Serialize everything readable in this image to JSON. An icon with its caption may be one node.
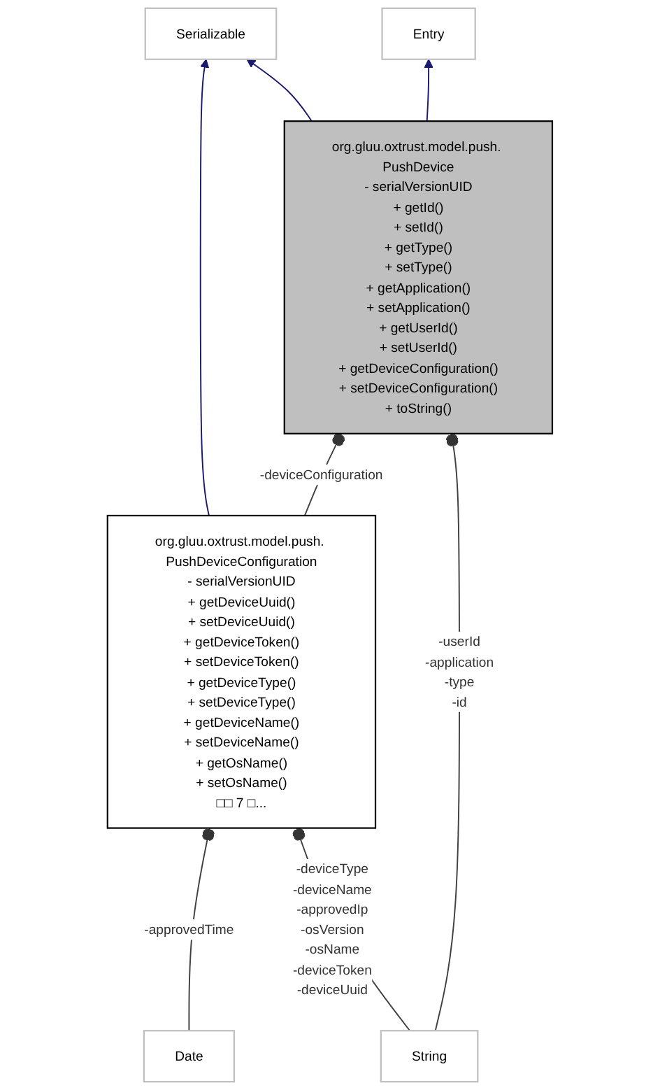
{
  "diagram": {
    "nodes": [
      {
        "text": [
          "Serializable"
        ]
      },
      {
        "text": [
          "Date"
        ]
      },
      {
        "text": [
          "String"
        ]
      },
      {
        "text": [
          "Entry"
        ]
      },
      {
        "text": [
          "org.gluu.oxtrust.model.push. PushDeviceConfiguration",
          "- serialVersionUID",
          "+ getDeviceUuid()",
          "+ setDeviceUuid()",
          "+ getDeviceToken()",
          "+ setDeviceToken()",
          "+ getDeviceType()",
          "+ setDeviceType()",
          "+ getDeviceName()",
          "+ setDeviceName()",
          "+ getOsName()",
          "+ setOsName()",
          "□□ 7 □..."
        ]
      },
      {
        "text": [
          "org.gluu.oxtrust.model.push. PushDevice",
          "- serialVersionUID",
          "+ getId()",
          "+ setId()",
          "+ getType()",
          "+ setType()",
          "+ getApplication()",
          "+ setApplication()",
          "+ getUserId()",
          "+ setUserId()",
          "+ getDeviceConfiguration()",
          "+ setDeviceConfiguration()",
          "+ toString()"
        ]
      }
    ],
    "edges": [
      {
        "from": 4,
        "to": 0,
        "arrow": "to",
        "color": "#191970"
      },
      {
        "from": 5,
        "to": 0,
        "arrow": "to",
        "color": "#191970"
      },
      {
        "from": 5,
        "to": 3,
        "arrow": "to",
        "color": "#191970"
      },
      {
        "from": 1,
        "to": 4,
        "arrow": "other",
        "label": "-approvedTime"
      },
      {
        "from": 2,
        "to": 4,
        "arrow": "other",
        "label": "-deviceType -deviceName -approvedIp -osVersion -osName -deviceToken -deviceUuid"
      },
      {
        "from": 4,
        "to": 5,
        "arrow": "other",
        "label": "-deviceConfiguration"
      },
      {
        "from": 2,
        "to": 5,
        "arrow": "other",
        "label": "-userId -application -type -id"
      }
    ]
  }
}
